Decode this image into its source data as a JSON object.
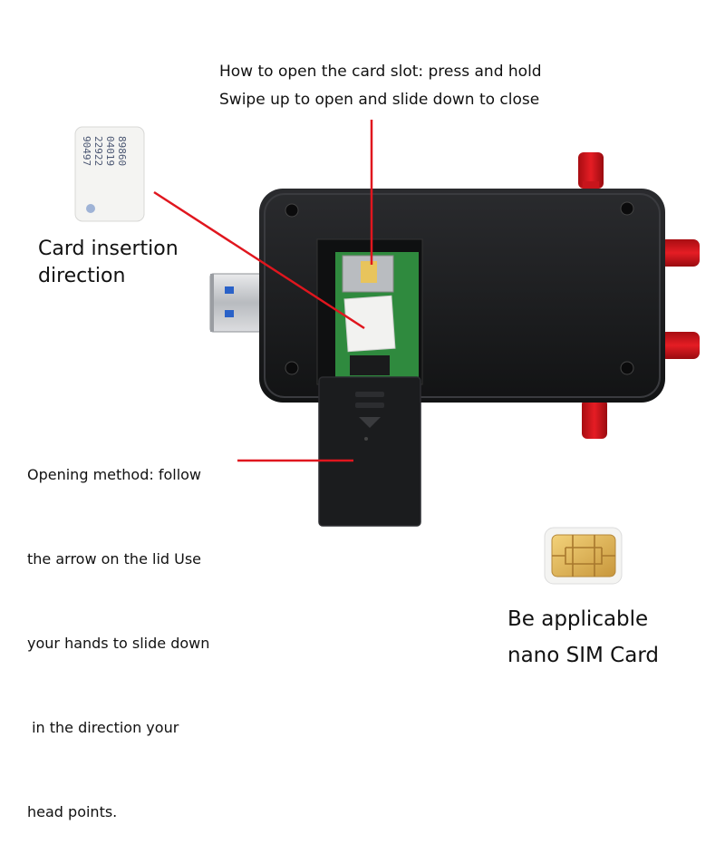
{
  "captions": {
    "open_slot": [
      "How to open the card slot: press and hold",
      "Swipe up to open and slide down to close"
    ],
    "insert_direction": [
      "Card insertion",
      "direction"
    ],
    "opening_method": [
      "Opening method: follow",
      "the arrow on the lid Use",
      "your hands to slide down",
      " in the direction your",
      "head points."
    ],
    "nano_sim": [
      "Be applicable",
      "nano SIM Card"
    ]
  },
  "sim_card": {
    "number_lines": [
      "89860",
      "04019",
      "22922",
      "90497"
    ]
  },
  "colors": {
    "device_body": "#1c1d1f",
    "antenna_connector": "#d4141b",
    "pointer_line": "#e0161e",
    "pcb": "#2f8a3e",
    "sim_chip": "#e3b85a"
  }
}
